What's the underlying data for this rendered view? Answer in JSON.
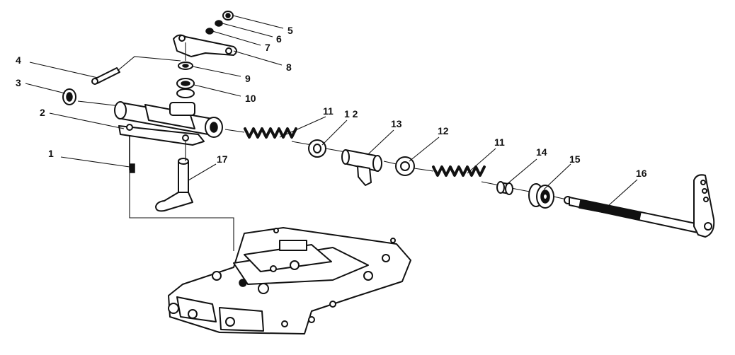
{
  "diagram": {
    "callouts": [
      {
        "id": "c1",
        "label": "1"
      },
      {
        "id": "c2",
        "label": "2"
      },
      {
        "id": "c3",
        "label": "3"
      },
      {
        "id": "c4",
        "label": "4"
      },
      {
        "id": "c5",
        "label": "5"
      },
      {
        "id": "c6",
        "label": "6"
      },
      {
        "id": "c7",
        "label": "7"
      },
      {
        "id": "c8",
        "label": "8"
      },
      {
        "id": "c9",
        "label": "9"
      },
      {
        "id": "c10",
        "label": "10"
      },
      {
        "id": "c11a",
        "label": "11"
      },
      {
        "id": "c12a",
        "label": "1 2"
      },
      {
        "id": "c13",
        "label": "13"
      },
      {
        "id": "c12b",
        "label": "12"
      },
      {
        "id": "c11b",
        "label": "11"
      },
      {
        "id": "c14",
        "label": "14"
      },
      {
        "id": "c15",
        "label": "15"
      },
      {
        "id": "c16",
        "label": "16"
      },
      {
        "id": "c17",
        "label": "17"
      }
    ]
  }
}
